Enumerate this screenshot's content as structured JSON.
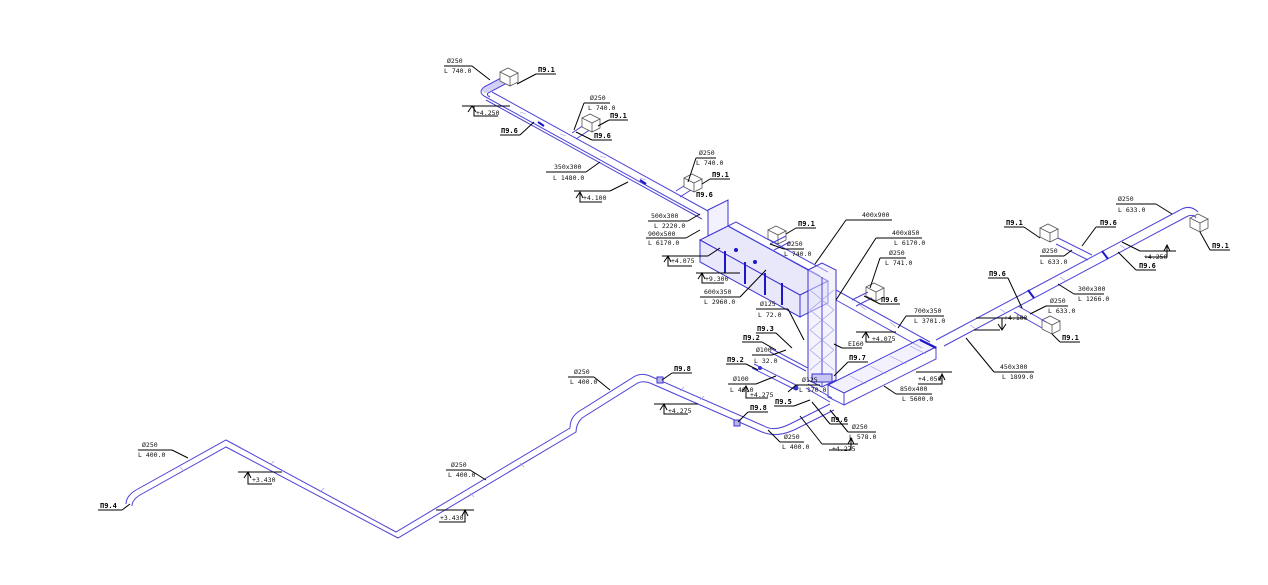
{
  "drawing": {
    "title": "Isometric ventilation duct scheme",
    "colors": {
      "duct": "#4b43d6",
      "duct_fill": "#e9e8fb",
      "annotation": "#000000"
    }
  },
  "tags": {
    "p91": "П9.1",
    "p92": "П9.2",
    "p93": "П9.3",
    "p94": "П9.4",
    "p95": "П9.5",
    "p96": "П9.6",
    "p97": "П9.7",
    "p98": "П9.8"
  },
  "labels": {
    "a1": {
      "size": "Ø250",
      "len": "L 740.0"
    },
    "a2": {
      "size": "Ø250",
      "len": "L 740.0"
    },
    "a3": {
      "size": "350x300",
      "len": "L 1480.0"
    },
    "a4": {
      "size": "Ø250",
      "len": "L 740.0"
    },
    "a5": {
      "size": "500x300",
      "len": "L 2220.0"
    },
    "a6": {
      "size": "900x500",
      "len": "L 6170.0"
    },
    "a7": {
      "size": "Ø250",
      "len": "L 740.0"
    },
    "a8": {
      "size": "600x350",
      "len": "L 2960.0"
    },
    "a9": {
      "size": "400x900"
    },
    "a10": {
      "size": "400x850",
      "len": "L 6170.0"
    },
    "a11": {
      "size": "Ø250",
      "len": "L 741.0"
    },
    "a12": {
      "size": "700x350",
      "len": "L 3701.0"
    },
    "a13": {
      "size": "Ø125",
      "len": "L 72.0"
    },
    "a14": {
      "size": "Ø100",
      "len": "L 32.0"
    },
    "a15": {
      "size": "Ø100",
      "len": "L 46.0"
    },
    "a16": {
      "size": "Ø125",
      "len": "L 170.0"
    },
    "a17": {
      "size": "Ø250",
      "len": "L 578.0"
    },
    "a18": {
      "size": "Ø250",
      "len": "L 400.0"
    },
    "a19": {
      "size": "850x400",
      "len": "L 5600.0"
    },
    "a20": {
      "size": "450x300",
      "len": "L 1899.0"
    },
    "a21": {
      "size": "Ø250",
      "len": "L 633.0"
    },
    "a22": {
      "size": "300x300",
      "len": "L 1266.0"
    },
    "a23": {
      "size": "Ø250",
      "len": "L 633.0"
    },
    "a24": {
      "size": "Ø250",
      "len": "L 633.0"
    },
    "a25": {
      "size": "Ø250",
      "len": "L 400.0"
    },
    "a26": {
      "size": "Ø250",
      "len": "L 400.0"
    },
    "a27": {
      "size": "Ø250",
      "len": "L 400.0"
    },
    "ei": "EI60"
  },
  "elevations": {
    "e1": "+4.250",
    "e2": "+4.100",
    "e3": "+4.075",
    "e4": "+9.300",
    "e5": "+4.075",
    "e6": "+4.275",
    "e7": "+4.275",
    "e8": "+4.275",
    "e9": "+4.050",
    "e10": "+4.100",
    "e11": "+4.250",
    "e12": "+3.430",
    "e13": "+3.430"
  }
}
